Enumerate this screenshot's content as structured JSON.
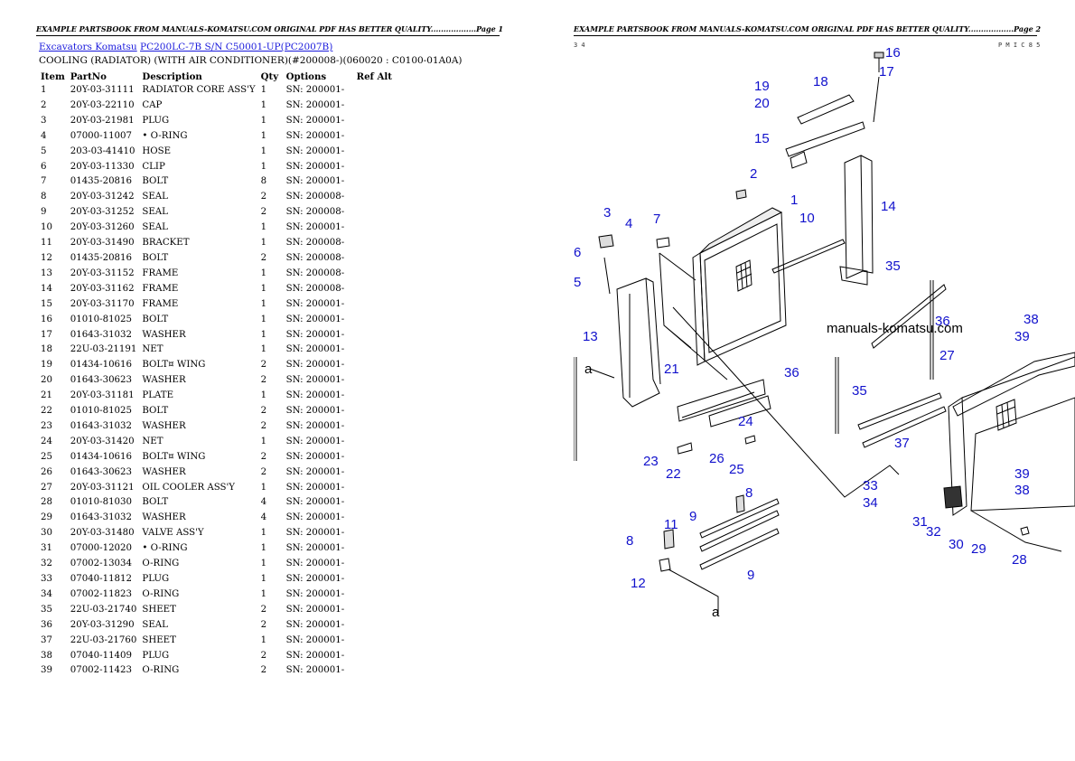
{
  "header_left": "EXAMPLE PARTSBOOK FROM MANUALS-KOMATSU.COM ORIGINAL PDF HAS BETTER QUALITY..................Page 1",
  "header_right": "EXAMPLE PARTSBOOK FROM MANUALS-KOMATSU.COM ORIGINAL PDF HAS BETTER QUALITY..................Page 2",
  "breadcrumb": {
    "link1": "Excavators Komatsu",
    "link2": "PC200LC-7B S/N C50001-UP(PC2007B)"
  },
  "subtitle": "COOLING (RADIATOR) (WITH AIR CONDITIONER)(#200008-)(060020 : C0100-01A0A)",
  "columns": {
    "item": "Item",
    "partno": "PartNo",
    "description": "Description",
    "qty": "Qty",
    "options": "Options",
    "refalt": "Ref Alt"
  },
  "rows": [
    {
      "item": "1",
      "partno": "20Y-03-31111",
      "description": "RADIATOR CORE ASS'Y",
      "qty": "1",
      "options": "SN: 200001-"
    },
    {
      "item": "2",
      "partno": "20Y-03-22110",
      "description": "CAP",
      "qty": "1",
      "options": "SN: 200001-"
    },
    {
      "item": "3",
      "partno": "20Y-03-21981",
      "description": "PLUG",
      "qty": "1",
      "options": "SN: 200001-"
    },
    {
      "item": "4",
      "partno": "07000-11007",
      "description": "• O-RING",
      "qty": "1",
      "options": "SN: 200001-"
    },
    {
      "item": "5",
      "partno": "203-03-41410",
      "description": "HOSE",
      "qty": "1",
      "options": "SN: 200001-"
    },
    {
      "item": "6",
      "partno": "20Y-03-11330",
      "description": "CLIP",
      "qty": "1",
      "options": "SN: 200001-"
    },
    {
      "item": "7",
      "partno": "01435-20816",
      "description": "BOLT",
      "qty": "8",
      "options": "SN: 200001-"
    },
    {
      "item": "8",
      "partno": "20Y-03-31242",
      "description": "SEAL",
      "qty": "2",
      "options": "SN: 200008-"
    },
    {
      "item": "9",
      "partno": "20Y-03-31252",
      "description": "SEAL",
      "qty": "2",
      "options": "SN: 200008-"
    },
    {
      "item": "10",
      "partno": "20Y-03-31260",
      "description": "SEAL",
      "qty": "1",
      "options": "SN: 200001-"
    },
    {
      "item": "11",
      "partno": "20Y-03-31490",
      "description": "BRACKET",
      "qty": "1",
      "options": "SN: 200008-"
    },
    {
      "item": "12",
      "partno": "01435-20816",
      "description": "BOLT",
      "qty": "2",
      "options": "SN: 200008-"
    },
    {
      "item": "13",
      "partno": "20Y-03-31152",
      "description": "FRAME",
      "qty": "1",
      "options": "SN: 200008-"
    },
    {
      "item": "14",
      "partno": "20Y-03-31162",
      "description": "FRAME",
      "qty": "1",
      "options": "SN: 200008-"
    },
    {
      "item": "15",
      "partno": "20Y-03-31170",
      "description": "FRAME",
      "qty": "1",
      "options": "SN: 200001-"
    },
    {
      "item": "16",
      "partno": "01010-81025",
      "description": "BOLT",
      "qty": "1",
      "options": "SN: 200001-"
    },
    {
      "item": "17",
      "partno": "01643-31032",
      "description": "WASHER",
      "qty": "1",
      "options": "SN: 200001-"
    },
    {
      "item": "18",
      "partno": "22U-03-21191",
      "description": "NET",
      "qty": "1",
      "options": "SN: 200001-"
    },
    {
      "item": "19",
      "partno": "01434-10616",
      "description": "BOLT¤ WING",
      "qty": "2",
      "options": "SN: 200001-"
    },
    {
      "item": "20",
      "partno": "01643-30623",
      "description": "WASHER",
      "qty": "2",
      "options": "SN: 200001-"
    },
    {
      "item": "21",
      "partno": "20Y-03-31181",
      "description": "PLATE",
      "qty": "1",
      "options": "SN: 200001-"
    },
    {
      "item": "22",
      "partno": "01010-81025",
      "description": "BOLT",
      "qty": "2",
      "options": "SN: 200001-"
    },
    {
      "item": "23",
      "partno": "01643-31032",
      "description": "WASHER",
      "qty": "2",
      "options": "SN: 200001-"
    },
    {
      "item": "24",
      "partno": "20Y-03-31420",
      "description": "NET",
      "qty": "1",
      "options": "SN: 200001-"
    },
    {
      "item": "25",
      "partno": "01434-10616",
      "description": "BOLT¤ WING",
      "qty": "2",
      "options": "SN: 200001-"
    },
    {
      "item": "26",
      "partno": "01643-30623",
      "description": "WASHER",
      "qty": "2",
      "options": "SN: 200001-"
    },
    {
      "item": "27",
      "partno": "20Y-03-31121",
      "description": "OIL COOLER ASS'Y",
      "qty": "1",
      "options": "SN: 200001-"
    },
    {
      "item": "28",
      "partno": "01010-81030",
      "description": "BOLT",
      "qty": "4",
      "options": "SN: 200001-"
    },
    {
      "item": "29",
      "partno": "01643-31032",
      "description": "WASHER",
      "qty": "4",
      "options": "SN: 200001-"
    },
    {
      "item": "30",
      "partno": "20Y-03-31480",
      "description": "VALVE ASS'Y",
      "qty": "1",
      "options": "SN: 200001-"
    },
    {
      "item": "31",
      "partno": "07000-12020",
      "description": "• O-RING",
      "qty": "1",
      "options": "SN: 200001-"
    },
    {
      "item": "32",
      "partno": "07002-13034",
      "description": "O-RING",
      "qty": "1",
      "options": "SN: 200001-"
    },
    {
      "item": "33",
      "partno": "07040-11812",
      "description": "PLUG",
      "qty": "1",
      "options": "SN: 200001-"
    },
    {
      "item": "34",
      "partno": "07002-11823",
      "description": "O-RING",
      "qty": "1",
      "options": "SN: 200001-"
    },
    {
      "item": "35",
      "partno": "22U-03-21740",
      "description": "SHEET",
      "qty": "2",
      "options": "SN: 200001-"
    },
    {
      "item": "36",
      "partno": "20Y-03-31290",
      "description": "SEAL",
      "qty": "2",
      "options": "SN: 200001-"
    },
    {
      "item": "37",
      "partno": "22U-03-21760",
      "description": "SHEET",
      "qty": "1",
      "options": "SN: 200001-"
    },
    {
      "item": "38",
      "partno": "07040-11409",
      "description": "PLUG",
      "qty": "2",
      "options": "SN: 200001-"
    },
    {
      "item": "39",
      "partno": "07002-11423",
      "description": "O-RING",
      "qty": "2",
      "options": "SN: 200001-"
    }
  ],
  "diagram": {
    "watermark": "manuals-komatsu.com",
    "corner_left": "3 4",
    "corner_right": "P M I C 8 5",
    "ref_a": "a",
    "callouts": [
      "16",
      "17",
      "19",
      "18",
      "20",
      "15",
      "2",
      "1",
      "14",
      "3",
      "4",
      "7",
      "10",
      "6",
      "5",
      "35",
      "36",
      "38",
      "13",
      "39",
      "27",
      "21",
      "36",
      "35",
      "24",
      "37",
      "23",
      "26",
      "22",
      "25",
      "33",
      "39",
      "8",
      "38",
      "34",
      "31",
      "32",
      "9",
      "30",
      "29",
      "8",
      "11",
      "28",
      "12",
      "9"
    ]
  }
}
